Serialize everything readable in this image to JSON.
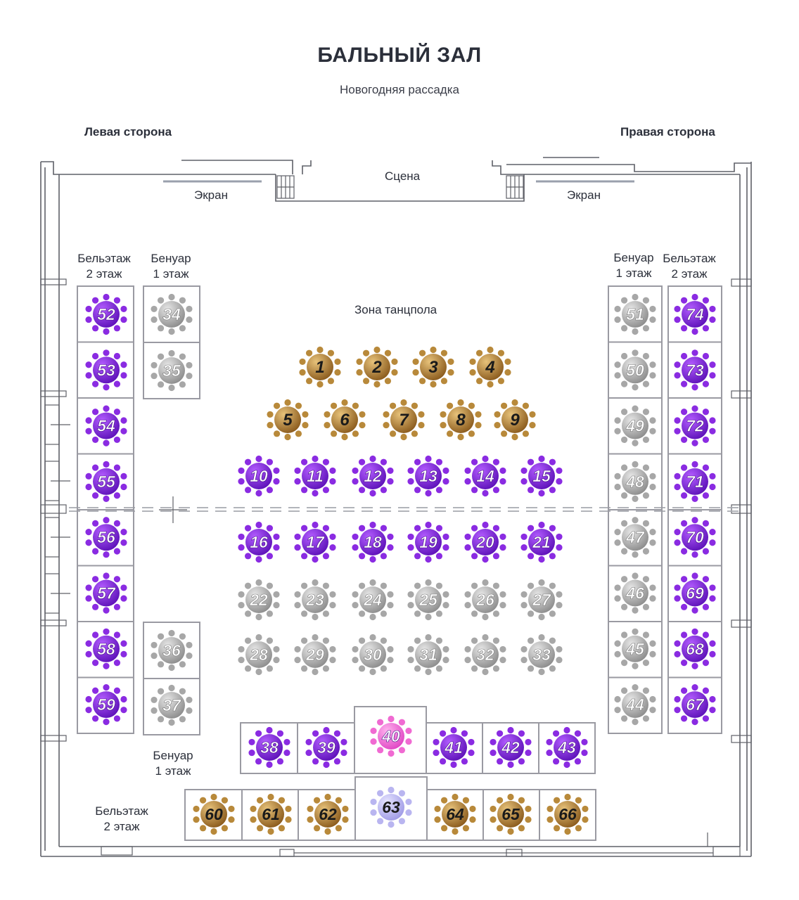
{
  "header": {
    "title": "БАЛЬНЫЙ ЗАЛ",
    "subtitle": "Новогодняя рассадка",
    "left_side": "Левая сторона",
    "right_side": "Правая сторона"
  },
  "labels": {
    "stage": "Сцена",
    "screen_left": "Экран",
    "screen_right": "Экран",
    "dance_zone": "Зона танцпола",
    "beletazh_left": [
      "Бельэтаж",
      "2 этаж"
    ],
    "benuar_left": [
      "Бенуар",
      "1 этаж"
    ],
    "benuar_right": [
      "Бенуар",
      "1 этаж"
    ],
    "beletazh_right": [
      "Бельэтаж",
      "2 этаж"
    ],
    "benuar_bottom": [
      "Бенуар",
      "1 этаж"
    ],
    "beletazh_bottom": [
      "Бельэтаж",
      "2 этаж"
    ]
  },
  "colors": {
    "gold": "#b8893a",
    "purple": "#8a2be2",
    "gray": "#a7a7a7",
    "pink": "#f06ad2",
    "lavender": "#b9b5f0",
    "wall": "#6b6b6b",
    "box": "#9a9aa2"
  },
  "tables": [
    {
      "n": "1",
      "color": "gold"
    },
    {
      "n": "2",
      "color": "gold"
    },
    {
      "n": "3",
      "color": "gold"
    },
    {
      "n": "4",
      "color": "gold"
    },
    {
      "n": "5",
      "color": "gold"
    },
    {
      "n": "6",
      "color": "gold"
    },
    {
      "n": "7",
      "color": "gold"
    },
    {
      "n": "8",
      "color": "gold"
    },
    {
      "n": "9",
      "color": "gold"
    },
    {
      "n": "10",
      "color": "purple"
    },
    {
      "n": "11",
      "color": "purple"
    },
    {
      "n": "12",
      "color": "purple"
    },
    {
      "n": "13",
      "color": "purple"
    },
    {
      "n": "14",
      "color": "purple"
    },
    {
      "n": "15",
      "color": "purple"
    },
    {
      "n": "16",
      "color": "purple"
    },
    {
      "n": "17",
      "color": "purple"
    },
    {
      "n": "18",
      "color": "purple"
    },
    {
      "n": "19",
      "color": "purple"
    },
    {
      "n": "20",
      "color": "purple"
    },
    {
      "n": "21",
      "color": "purple"
    },
    {
      "n": "22",
      "color": "gray"
    },
    {
      "n": "23",
      "color": "gray"
    },
    {
      "n": "24",
      "color": "gray"
    },
    {
      "n": "25",
      "color": "gray"
    },
    {
      "n": "26",
      "color": "gray"
    },
    {
      "n": "27",
      "color": "gray"
    },
    {
      "n": "28",
      "color": "gray"
    },
    {
      "n": "29",
      "color": "gray"
    },
    {
      "n": "30",
      "color": "gray"
    },
    {
      "n": "31",
      "color": "gray"
    },
    {
      "n": "32",
      "color": "gray"
    },
    {
      "n": "33",
      "color": "gray"
    },
    {
      "n": "34",
      "color": "gray"
    },
    {
      "n": "35",
      "color": "gray"
    },
    {
      "n": "36",
      "color": "gray"
    },
    {
      "n": "37",
      "color": "gray"
    },
    {
      "n": "38",
      "color": "purple"
    },
    {
      "n": "39",
      "color": "purple"
    },
    {
      "n": "40",
      "color": "pink"
    },
    {
      "n": "41",
      "color": "purple"
    },
    {
      "n": "42",
      "color": "purple"
    },
    {
      "n": "43",
      "color": "purple"
    },
    {
      "n": "44",
      "color": "gray"
    },
    {
      "n": "45",
      "color": "gray"
    },
    {
      "n": "46",
      "color": "gray"
    },
    {
      "n": "47",
      "color": "gray"
    },
    {
      "n": "48",
      "color": "gray"
    },
    {
      "n": "49",
      "color": "gray"
    },
    {
      "n": "50",
      "color": "gray"
    },
    {
      "n": "51",
      "color": "gray"
    },
    {
      "n": "52",
      "color": "purple"
    },
    {
      "n": "53",
      "color": "purple"
    },
    {
      "n": "54",
      "color": "purple"
    },
    {
      "n": "55",
      "color": "purple"
    },
    {
      "n": "56",
      "color": "purple"
    },
    {
      "n": "57",
      "color": "purple"
    },
    {
      "n": "58",
      "color": "purple"
    },
    {
      "n": "59",
      "color": "purple"
    },
    {
      "n": "60",
      "color": "gold"
    },
    {
      "n": "61",
      "color": "gold"
    },
    {
      "n": "62",
      "color": "gold"
    },
    {
      "n": "63",
      "color": "lavender"
    },
    {
      "n": "64",
      "color": "gold"
    },
    {
      "n": "65",
      "color": "gold"
    },
    {
      "n": "66",
      "color": "gold"
    },
    {
      "n": "67",
      "color": "purple"
    },
    {
      "n": "68",
      "color": "purple"
    },
    {
      "n": "69",
      "color": "purple"
    },
    {
      "n": "70",
      "color": "purple"
    },
    {
      "n": "71",
      "color": "purple"
    },
    {
      "n": "72",
      "color": "purple"
    },
    {
      "n": "73",
      "color": "purple"
    },
    {
      "n": "74",
      "color": "purple"
    }
  ]
}
